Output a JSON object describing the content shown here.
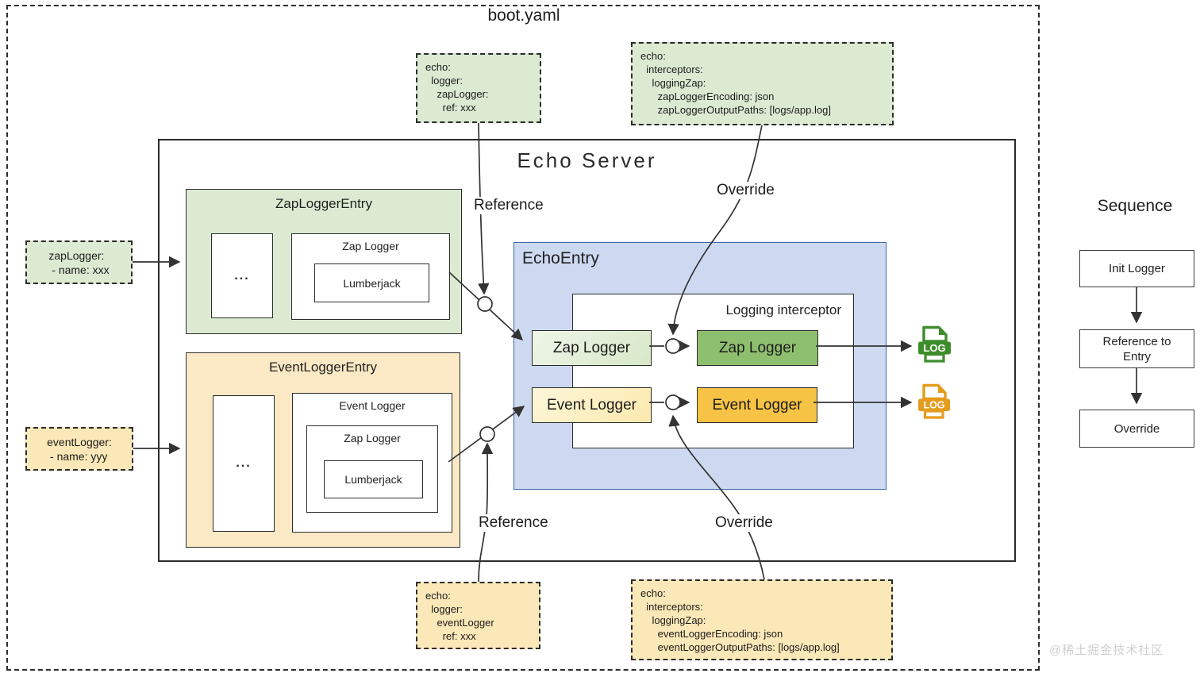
{
  "diagram_title": "boot.yaml",
  "watermark": "@稀土掘金技术社区",
  "yaml_snippets": {
    "zap_ref": "echo:\n  logger:\n    zapLogger:\n      ref: xxx",
    "zap_interceptor": "echo:\n  interceptors:\n    loggingZap:\n      zapLoggerEncoding: json\n      zapLoggerOutputPaths: [logs/app.log]",
    "event_ref": "echo:\n  logger:\n    eventLogger\n      ref: xxx",
    "event_interceptor": "echo:\n  interceptors:\n    loggingZap:\n      eventLoggerEncoding: json\n      eventLoggerOutputPaths: [logs/app.log]",
    "zap_name": "zapLogger:\n - name: xxx",
    "event_name": "eventLogger:\n - name: yyy"
  },
  "server": {
    "title": "Echo Server",
    "zap_entry": {
      "title": "ZapLoggerEntry",
      "placeholder": "...",
      "logger": "Zap Logger",
      "lumberjack": "Lumberjack"
    },
    "event_entry": {
      "title": "EventLoggerEntry",
      "placeholder": "...",
      "logger": "Event Logger",
      "zap": "Zap Logger",
      "lumberjack": "Lumberjack"
    },
    "echo_entry": {
      "title": "EchoEntry",
      "interceptor": "Logging interceptor",
      "zap_ref_chip": "Zap Logger",
      "zap_final_chip": "Zap Logger",
      "event_ref_chip": "Event Logger",
      "event_final_chip": "Event Logger"
    }
  },
  "labels": {
    "reference_top": "Reference",
    "override_top": "Override",
    "reference_bottom": "Reference",
    "override_bottom": "Override"
  },
  "log_files": {
    "zap_label": "LOG",
    "event_label": "LOG"
  },
  "sequence": {
    "title": "Sequence",
    "steps": [
      {
        "label": "Init Logger"
      },
      {
        "label": "Reference to\nEntry"
      },
      {
        "label": "Override"
      }
    ]
  },
  "colors": {
    "green_fill": "#dcead2",
    "green_dark": "#8ebf6e",
    "yellow_fill": "#fbe8b8",
    "yellow_entry": "#fae9c4",
    "orange": "#f6c344",
    "blue_fill": "#cdd9f0",
    "blue_border": "#3f66a8",
    "log_green": "#3d8e2b",
    "log_orange": "#e39c1d",
    "line": "#333333"
  }
}
